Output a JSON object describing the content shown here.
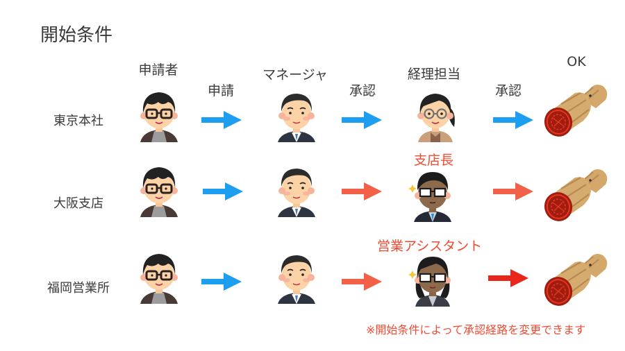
{
  "title": "開始条件",
  "columns": {
    "applicant": "申請者",
    "manager": "マネージャ",
    "accounting": "経理担当",
    "ok": "OK"
  },
  "actions": {
    "apply": "申請",
    "approve1": "承認",
    "approve2": "承認"
  },
  "rows": [
    {
      "label": "東京本社",
      "approver": "経理担当",
      "arrow_colors": [
        "#1e9ef0",
        "#1e9ef0",
        "#1e9ef0"
      ]
    },
    {
      "label": "大阪支店",
      "approver": "支店長",
      "arrow_colors": [
        "#1e9ef0",
        "#f2604a",
        "#f2604a"
      ]
    },
    {
      "label": "福岡営業所",
      "approver": "営業アシスタント",
      "arrow_colors": [
        "#1e9ef0",
        "#f2604a",
        "#e8261c"
      ]
    }
  ],
  "note": "※開始条件によって承認経路を変更できます",
  "colors": {
    "blue_arrow": "#1e9ef0",
    "red_arrow": "#f2604a",
    "dark_red_arrow": "#e8261c",
    "red_text": "#ef4a32"
  },
  "icons": {
    "applicant": "young-man-glasses-avatar",
    "manager": "businessman-avatar",
    "accounting": "woman-glasses-avatar",
    "branch_manager": "sunglasses-businessman-avatar",
    "sales_assistant": "sunglasses-woman-avatar",
    "stamp": "hanko-stamp-icon"
  }
}
